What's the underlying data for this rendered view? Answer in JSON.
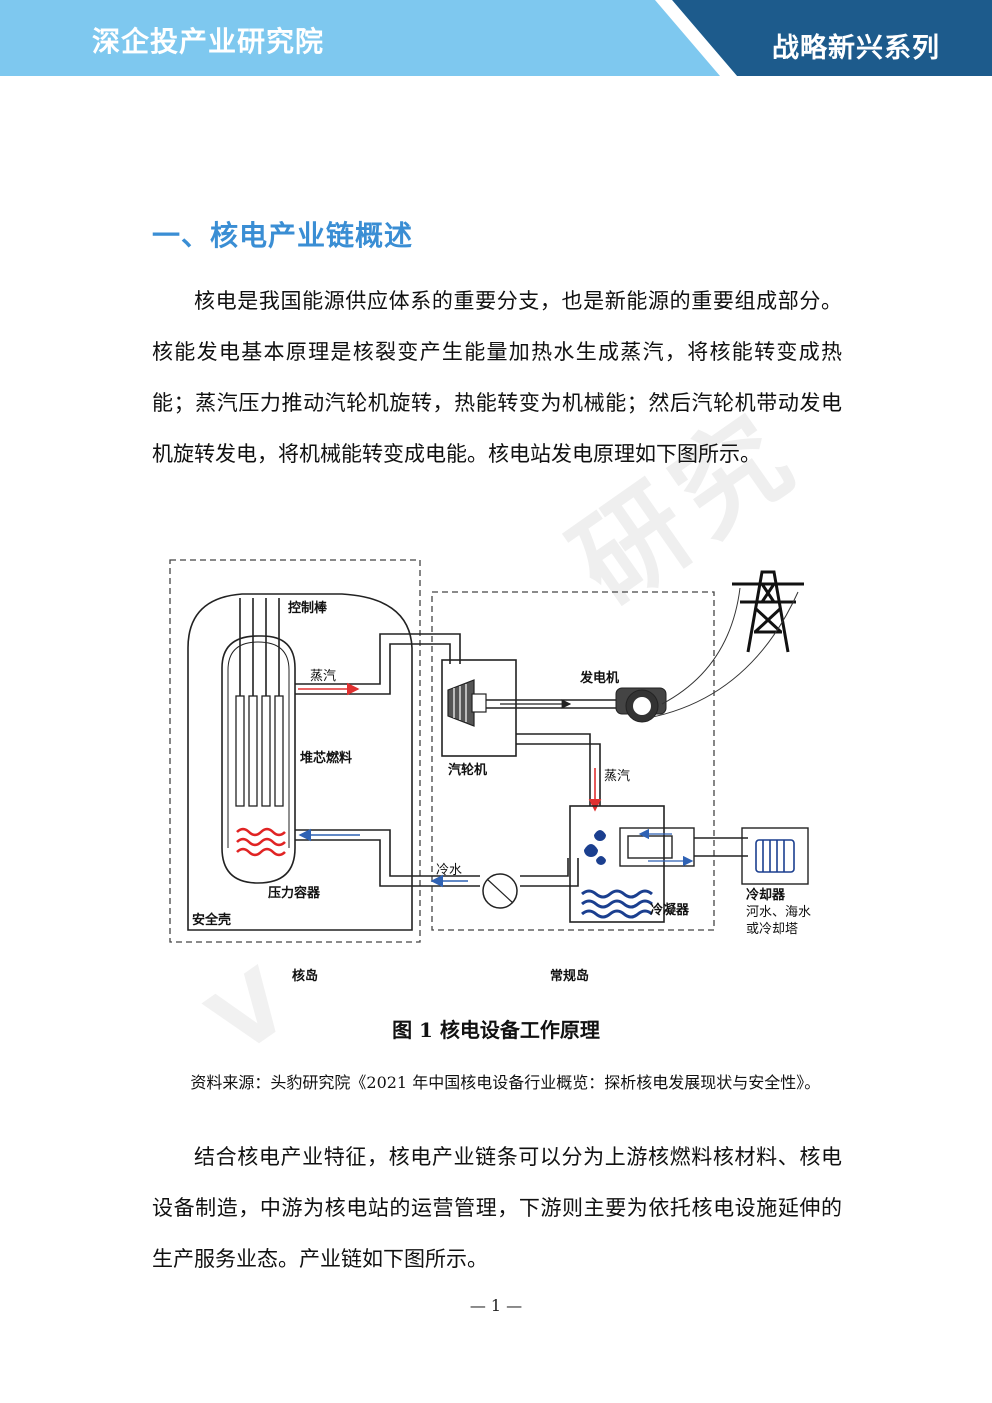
{
  "header": {
    "left_title": "深企投产业研究院",
    "right_title": "战略新兴系列"
  },
  "watermark": {
    "text": "研究",
    "mark": "V"
  },
  "section": {
    "heading": "一、核电产业链概述"
  },
  "paragraphs": {
    "p1": "核电是我国能源供应体系的重要分支，也是新能源的重要组成部分。核能发电基本原理是核裂变产生能量加热水生成蒸汽，将核能转变成热能；蒸汽压力推动汽轮机旋转，热能转变为机械能；然后汽轮机带动发电机旋转发电，将机械能转变成电能。核电站发电原理如下图所示。",
    "p2": "结合核电产业特征，核电产业链条可以分为上游核燃料核材料、核电设备制造，中游为核电站的运营管理，下游则主要为依托核电设施延伸的生产服务业态。产业链如下图所示。"
  },
  "figure": {
    "labels": {
      "control_rods": "控制棒",
      "steam_top": "蒸汽",
      "core_fuel": "堆芯燃料",
      "pressure_vessel": "压力容器",
      "containment": "安全壳",
      "nuclear_island": "核岛",
      "turbine": "汽轮机",
      "generator": "发电机",
      "steam_right": "蒸汽",
      "cold_water": "冷水",
      "condenser": "冷凝器",
      "conventional_island": "常规岛",
      "cooler": "冷却器",
      "cooler_line1": "河水、海水",
      "cooler_line2": "或冷却塔"
    },
    "colors": {
      "line": "#222222",
      "red_arrow": "#e03030",
      "blue_arrow": "#2f62b4",
      "water": "#1b3f8f",
      "heat": "#e02424"
    }
  },
  "caption": "图 1    核电设备工作原理",
  "source": "资料来源：头豹研究院《2021 年中国核电设备行业概览：探析核电发展现状与安全性》。",
  "page_number": "— 1 —"
}
